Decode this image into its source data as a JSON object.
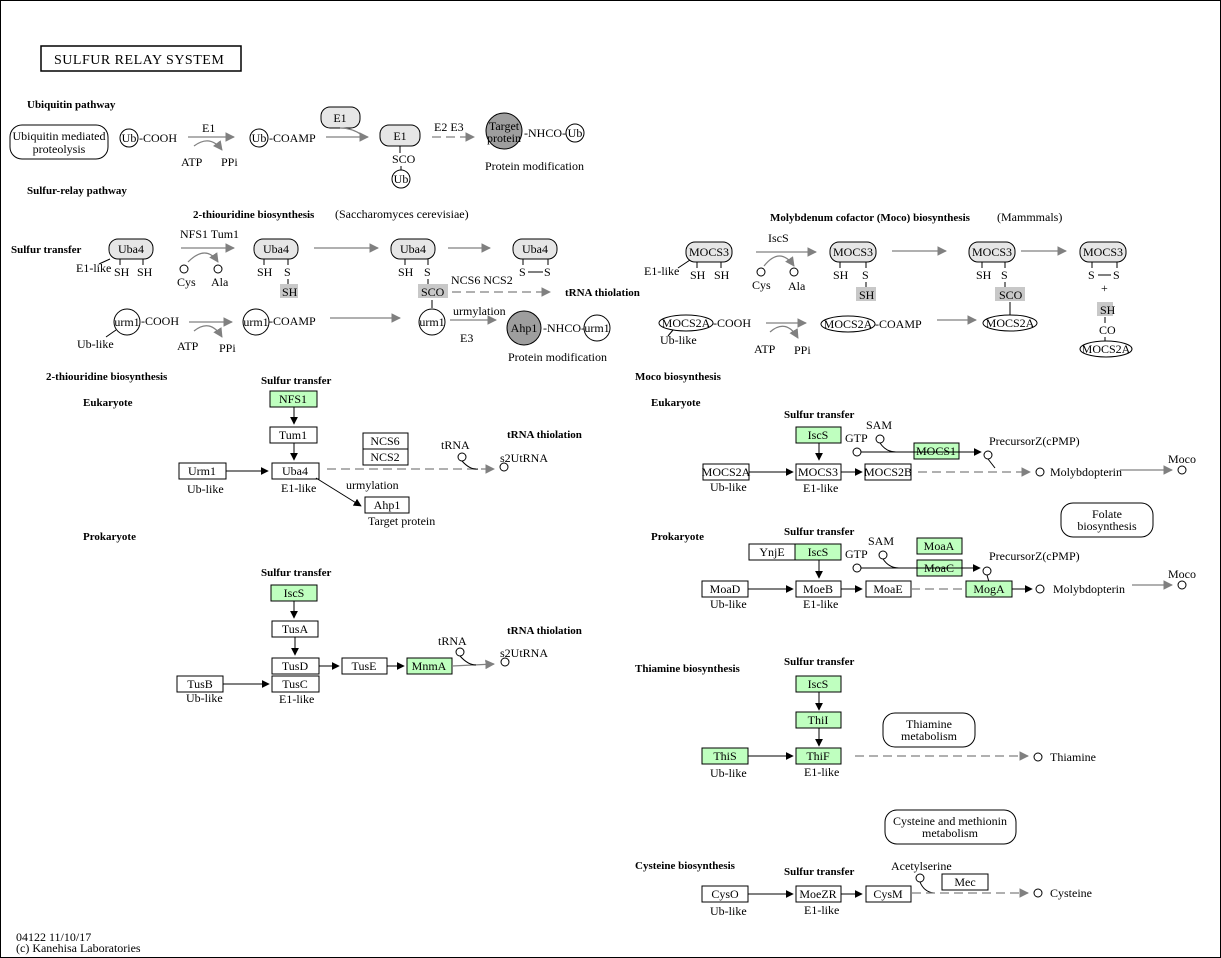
{
  "title": "SULFUR RELAY SYSTEM",
  "footer": {
    "code": "04122 11/10/17",
    "copyright": "(c) Kanehisa Laboratories"
  },
  "sections": {
    "ubiquitin_pathway": "Ubiquitin pathway",
    "sulfur_relay_pathway": "Sulfur-relay pathway",
    "thiouridine_bio_top": "2-thiouridine biosynthesis",
    "saccharomyces": "(Saccharomyces cerevisiae)",
    "moco_bio_top": "Molybdenum cofactor (Moco) biosynthesis",
    "mammals": "(Mammmals)",
    "sulfur_transfer_left": "Sulfur transfer",
    "trna_thiolation_top": "tRNA thiolation",
    "thiouridine_bio": "2-thiouridine biosynthesis",
    "moco_bio": "Moco biosynthesis",
    "eukaryote": "Eukaryote",
    "prokaryote": "Prokaryote",
    "sulfur_transfer": "Sulfur transfer",
    "trna_thiolation": "tRNA thiolation",
    "thiamine_bio": "Thiamine biosynthesis",
    "cysteine_bio": "Cysteine biosynthesis"
  },
  "ubiquitin": {
    "mediated": "Ubiquitin mediated",
    "proteolysis": "proteolysis",
    "ub": "Ub",
    "cooh": "-COOH",
    "coamp": "-COAMP",
    "e1": "E1",
    "atp": "ATP",
    "ppi": "PPi",
    "sco": "SCO",
    "e2e3": "E2 E3",
    "target": "Target",
    "protein": "protein",
    "nhco": "-NHCO-",
    "protein_mod": "Protein modification"
  },
  "relay": {
    "uba4": "Uba4",
    "e1_like": "E1-like",
    "sh": "SH",
    "s": "S",
    "nfs1_tum1": "NFS1 Tum1",
    "cys": "Cys",
    "ala": "Ala",
    "sco": "SCO",
    "ncs6_ncs2": "NCS6  NCS2",
    "urm1": "urm1",
    "cooh": "-COOH",
    "coamp": "-COAMP",
    "ub_like": "Ub-like",
    "atp": "ATP",
    "ppi": "PPi",
    "urmylation": "urmylation",
    "e3": "E3",
    "ahp1": "Ahp1",
    "nhco": "-NHCO-",
    "protein_mod": "Protein modification",
    "mocs3": "MOCS3",
    "iscs": "IscS",
    "mocs2a": "MOCS2A",
    "co": "CO",
    "plus": "+"
  },
  "euk_thio": {
    "nfs1": "NFS1",
    "tum1": "Tum1",
    "urm1": "Urm1",
    "uba4": "Uba4",
    "ub_like": "Ub-like",
    "e1_like": "E1-like",
    "ncs6": "NCS6",
    "ncs2": "NCS2",
    "trna": "tRNA",
    "s2utrna": "s2UtRNA",
    "urmylation": "urmylation",
    "ahp1": "Ahp1",
    "target_protein": "Target protein"
  },
  "prok_thio": {
    "iscs": "IscS",
    "tusa": "TusA",
    "tusb": "TusB",
    "tusd": "TusD",
    "tusc": "TusC",
    "tuse": "TusE",
    "mnma": "MnmA",
    "ub_like": "Ub-like",
    "e1_like": "E1-like",
    "trna": "tRNA",
    "s2utrna": "s2UtRNA"
  },
  "euk_moco": {
    "iscs": "IscS",
    "gtp": "GTP",
    "sam": "SAM",
    "mocs1": "MOCS1",
    "precursor": "PrecursorZ(cPMP)",
    "mocs2a": "MOCS2A",
    "mocs3": "MOCS3",
    "mocs2b": "MOCS2B",
    "ub_like": "Ub-like",
    "e1_like": "E1-like",
    "molybdopterin": "Molybdopterin",
    "moco": "Moco",
    "folate1": "Folate",
    "folate2": "biosynthesis"
  },
  "prok_moco": {
    "ynje": "YnjE",
    "iscs": "IscS",
    "gtp": "GTP",
    "sam": "SAM",
    "moaa": "MoaA",
    "moac": "MoaC",
    "precursor": "PrecursorZ(cPMP)",
    "moad": "MoaD",
    "moeb": "MoeB",
    "moae": "MoaE",
    "moga": "MogA",
    "ub_like": "Ub-like",
    "e1_like": "E1-like",
    "molybdopterin": "Molybdopterin",
    "moco": "Moco"
  },
  "thiamine": {
    "iscs": "IscS",
    "thii": "ThiI",
    "this": "ThiS",
    "thif": "ThiF",
    "ub_like": "Ub-like",
    "e1_like": "E1-like",
    "metab1": "Thiamine",
    "metab2": "metabolism",
    "thiamine": "Thiamine"
  },
  "cysteine": {
    "metab1": "Cysteine and methionin",
    "metab2": "metabolism",
    "acetylserine": "Acetylserine",
    "mec": "Mec",
    "cyso": "CysO",
    "moezr": "MoeZR",
    "cysm": "CysM",
    "ub_like": "Ub-like",
    "e1_like": "E1-like",
    "cysteine": "Cysteine"
  },
  "colors": {
    "gene_green": "#bfffbf",
    "compound_gray": "#e6e6e6",
    "target_dark": "#9e9e9e",
    "sulfur_highlight": "#c8c8c8",
    "arrow_gray": "#808080"
  }
}
